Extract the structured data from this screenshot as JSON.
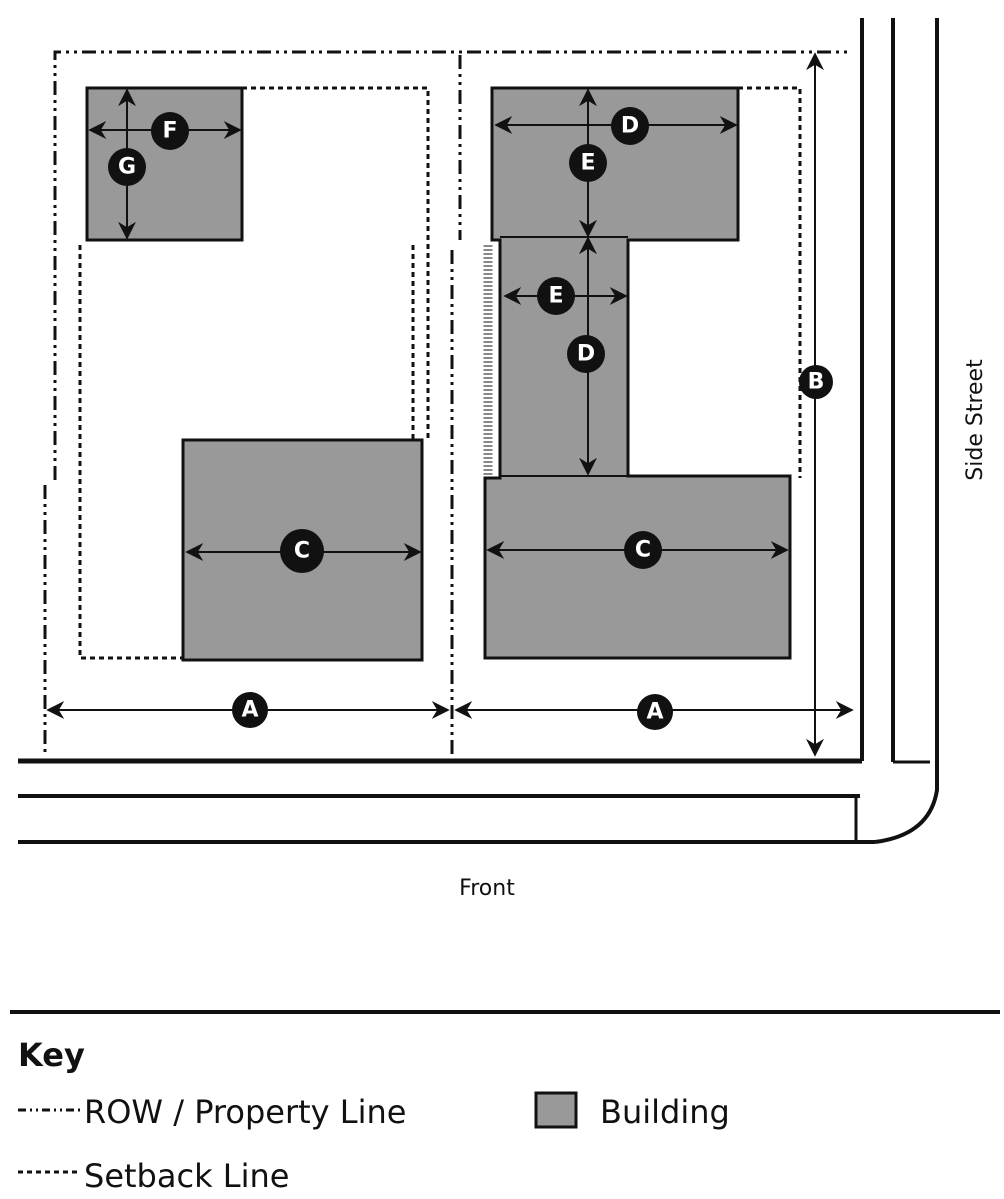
{
  "diagram": {
    "labels": {
      "A": "A",
      "B": "B",
      "C": "C",
      "D": "D",
      "E": "E",
      "F": "F",
      "G": "G"
    },
    "side_street": "Side Street",
    "front": "Front"
  },
  "key": {
    "title": "Key",
    "row_line": "ROW / Property Line",
    "building": "Building",
    "setback_line": "Setback Line"
  },
  "colors": {
    "building": "#999999",
    "line": "#111111"
  }
}
